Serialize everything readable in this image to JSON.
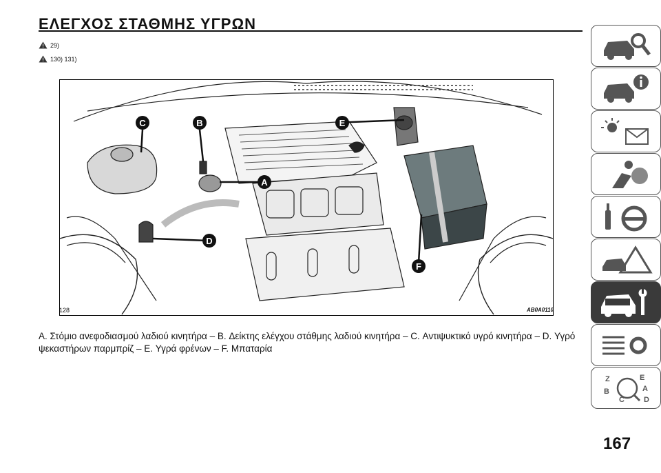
{
  "header": {
    "title": "ΕΛΕΓΧΟΣ ΣΤΑΘΜΗΣ ΥΓΡΩΝ"
  },
  "warnings": [
    {
      "icon": "warning-triangle-icon",
      "refs": "29)"
    },
    {
      "icon": "warning-triangle-icon",
      "refs": "130) 131)"
    }
  ],
  "figure": {
    "number": "128",
    "code": "AB0A0110",
    "labels": [
      "C",
      "B",
      "E",
      "A",
      "D",
      "F"
    ]
  },
  "caption": "A. Στόμιο ανεφοδιασμού λαδιού κινητήρα – B. Δείκτης ελέγχου στάθμης λαδιού κινητήρα – C. Αντιψυκτικό υγρό κινητήρα – D. Υγρό ψεκαστήρων παρμπρίζ – E. Υγρά φρένων – F. Μπαταρία",
  "sidebar": {
    "tabs": [
      {
        "icon": "car-search-icon",
        "active": false
      },
      {
        "icon": "car-info-icon",
        "active": false
      },
      {
        "icon": "warning-light-mail-icon",
        "active": false
      },
      {
        "icon": "airbag-person-icon",
        "active": false
      },
      {
        "icon": "steering-wheel-key-icon",
        "active": false
      },
      {
        "icon": "warning-triangle-car-icon",
        "active": false
      },
      {
        "icon": "car-wrench-icon",
        "active": true
      },
      {
        "icon": "specs-gear-icon",
        "active": false
      },
      {
        "icon": "alphabet-index-icon",
        "active": false
      }
    ]
  },
  "page": {
    "number": "167"
  },
  "colors": {
    "active_tab": "#3a3a3a",
    "text": "#111111"
  }
}
